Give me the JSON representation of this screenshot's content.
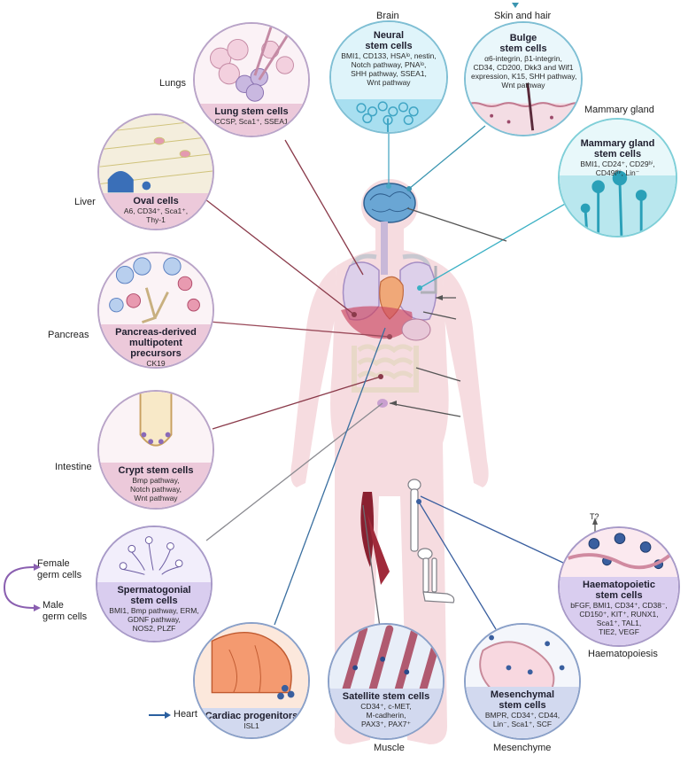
{
  "regions": {
    "brain": "Brain",
    "skin": "Skin and hair",
    "mammary": "Mammary gland",
    "lungs": "Lungs",
    "liver": "Liver",
    "pancreas": "Pancreas",
    "intestine": "Intestine",
    "female": "Female\ngerm cells",
    "male": "Male\ngerm cells",
    "heart": "Heart",
    "muscle": "Muscle",
    "mesenchyme": "Mesenchyme",
    "haematopoiesis": "Haematopoiesis",
    "t_question": "T?"
  },
  "cells": {
    "neural": {
      "title": "Neural\nstem cells",
      "markers": "BMI1, CD133, HSAˡᵒ, nestin,\nNotch pathway, PNAˡᵒ,\nSHH pathway, SSEA1,\nWnt pathway"
    },
    "bulge": {
      "title": "Bulge\nstem cells",
      "markers": "α6-integrin, β1-integrin,\nCD34, CD200, Dkk3 and Wif1\nexpression, K15, SHH pathway,\nWnt pathway"
    },
    "lung": {
      "title": "Lung stem cells",
      "markers": "CCSP, Sca1⁺, SSEA1"
    },
    "mammary": {
      "title": "Mammary gland\nstem cells",
      "markers": "BMI1, CD24⁺, CD29ʰⁱ,\nCD49fʰⁱ, Lin⁻"
    },
    "oval": {
      "title": "Oval cells",
      "markers": "A6, CD34⁺, Sca1⁺,\nThy-1"
    },
    "pancreas": {
      "title": "Pancreas-derived\nmultipotent\nprecursors",
      "markers": "CK19"
    },
    "crypt": {
      "title": "Crypt stem cells",
      "markers": "Bmp pathway,\nNotch pathway,\nWnt pathway"
    },
    "sperm": {
      "title": "Spermatogonial\nstem cells",
      "markers": "BMI1, Bmp pathway, ERM,\nGDNF pathway,\nNOS2, PLZF"
    },
    "haemato": {
      "title": "Haematopoietic\nstem cells",
      "markers": "bFGF, BMI1, CD34⁺, CD38⁻,\nCD150⁺, KIT⁺, RUNX1,\nSca1⁺, TAL1,\nTIE2, VEGF"
    },
    "cardiac": {
      "title": "Cardiac progenitors",
      "markers": "ISL1"
    },
    "satellite": {
      "title": "Satellite stem cells",
      "markers": "CD34⁺, c-MET,\nM-cadherin,\nPAX3⁺, PAX7⁺"
    },
    "mesenchymal": {
      "title": "Mesenchymal\nstem cells",
      "markers": "BMPR, CD34⁺, CD44,\nLin⁻, Sca1⁺, SCF"
    }
  }
}
